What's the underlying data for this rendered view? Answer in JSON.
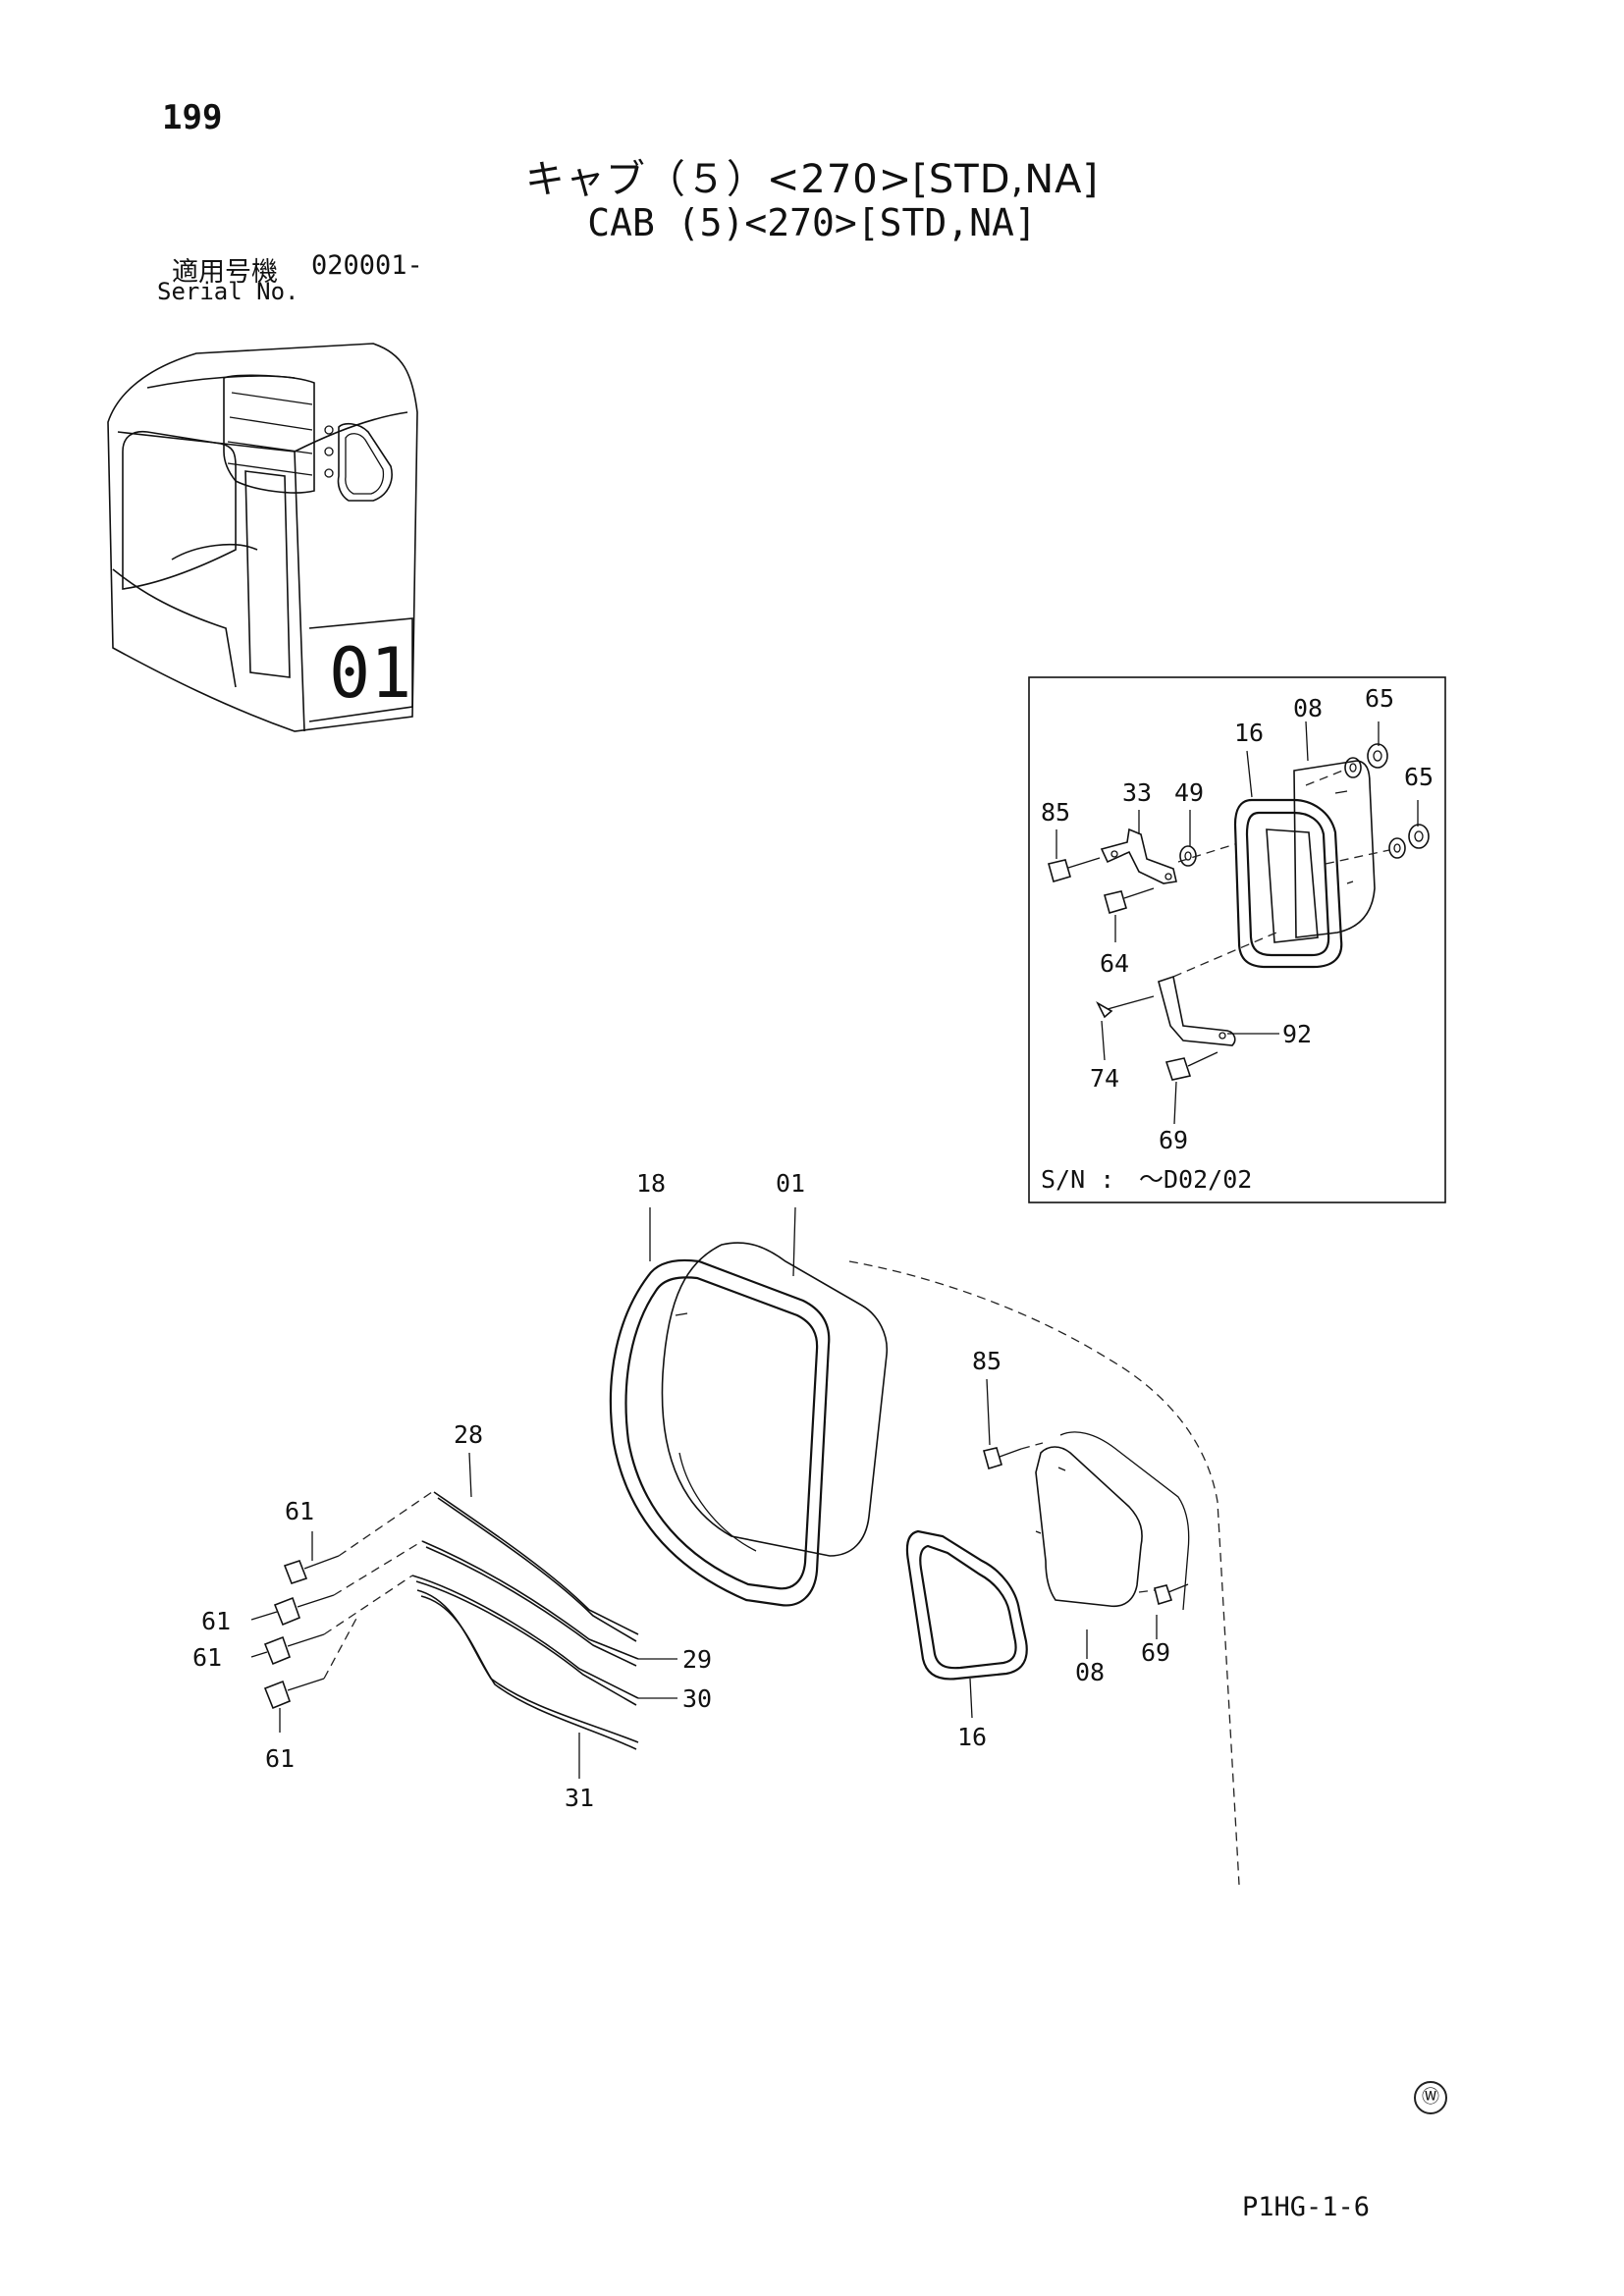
{
  "page_number": "199",
  "title": {
    "japanese": "キャブ（５）<270>[STD,NA]",
    "english": "CAB (5)<270>[STD,NA]"
  },
  "serial": {
    "label_jp": "適用号機",
    "value": "020001-",
    "label_en": "Serial No."
  },
  "inset": {
    "sn_label": "S/N :",
    "sn_value": "～D02/02",
    "callouts": [
      "65",
      "08",
      "16",
      "65",
      "85",
      "33",
      "49",
      "64",
      "74",
      "92",
      "69"
    ]
  },
  "main": {
    "callouts": [
      "18",
      "01",
      "85",
      "28",
      "61",
      "61",
      "61",
      "61",
      "29",
      "30",
      "31",
      "08",
      "69",
      "16"
    ]
  },
  "footer": {
    "code": "P1HG-1-6",
    "mark": "Ⓦ"
  }
}
